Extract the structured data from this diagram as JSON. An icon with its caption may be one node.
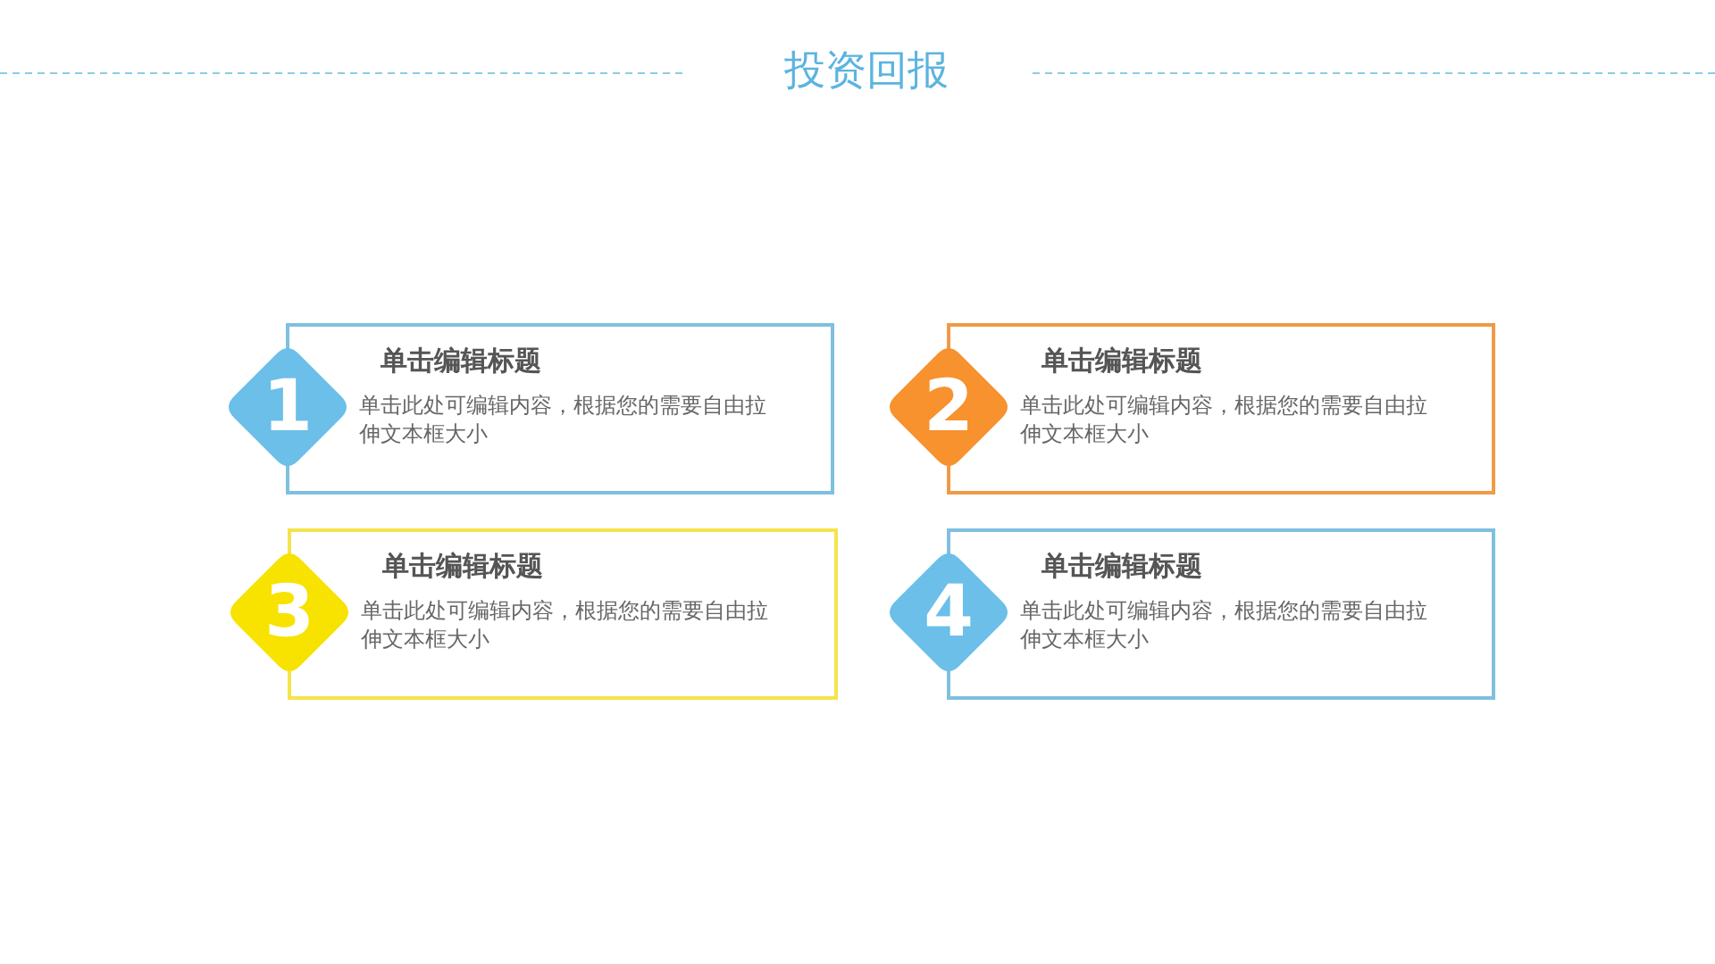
{
  "diagram": {
    "title": "投资回报",
    "nodes": [
      {
        "text": [
          "1"
        ]
      },
      {
        "text": [
          "单击编辑标题",
          "单击此处可编辑内容，根据您的需要自由拉伸文本框大小"
        ]
      },
      {
        "text": [
          "2"
        ]
      },
      {
        "text": [
          "单击编辑标题",
          "单击此处可编辑内容，根据您的需要自由拉伸文本框大小"
        ]
      },
      {
        "text": [
          "3"
        ]
      },
      {
        "text": [
          "单击编辑标题",
          "单击此处可编辑内容，根据您的需要自由拉伸文本框大小"
        ]
      },
      {
        "text": [
          "4"
        ]
      },
      {
        "text": [
          "单击编辑标题",
          "单击此处可编辑内容，根据您的需要自由拉伸文本框大小"
        ]
      }
    ]
  }
}
